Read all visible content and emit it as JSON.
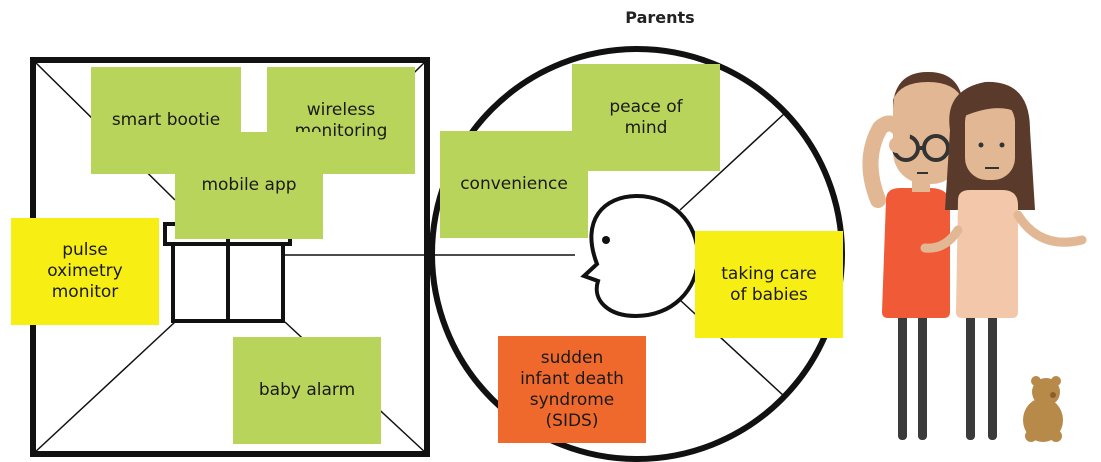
{
  "title": "Parents",
  "colors": {
    "green_note": "#b8d45a",
    "yellow_note": "#f7ee14",
    "orange_note": "#f0692c",
    "outline": "#111111",
    "skin": "#e2b894",
    "male_shirt": "#f05a37",
    "female_shirt": "#f2c7aa",
    "hair": "#5a3a2a",
    "legs": "#3a3a3a",
    "bear": "#b88a4a"
  },
  "product_box": {
    "notes": [
      {
        "id": "smart-bootie",
        "text": "smart bootie",
        "color": "green"
      },
      {
        "id": "wireless-monitoring",
        "text": "wireless\nmonitoring",
        "color": "green"
      },
      {
        "id": "mobile-app",
        "text": "mobile app",
        "color": "green"
      },
      {
        "id": "pulse-oximetry-monitor",
        "text": "pulse\noximetry\nmonitor",
        "color": "yellow"
      },
      {
        "id": "baby-alarm",
        "text": "baby alarm",
        "color": "green"
      }
    ]
  },
  "customer_circle": {
    "notes": [
      {
        "id": "peace-of-mind",
        "text": "peace of\nmind",
        "color": "green"
      },
      {
        "id": "convenience",
        "text": "convenience",
        "color": "green"
      },
      {
        "id": "taking-care-of-babies",
        "text": "taking care\nof babies",
        "color": "yellow"
      },
      {
        "id": "sids",
        "text": "sudden\ninfant death\nsyndrome\n(SIDS)",
        "color": "orange"
      }
    ]
  },
  "illustration": {
    "figures": [
      "parent-man-icon",
      "parent-woman-icon",
      "teddy-bear-icon"
    ]
  }
}
